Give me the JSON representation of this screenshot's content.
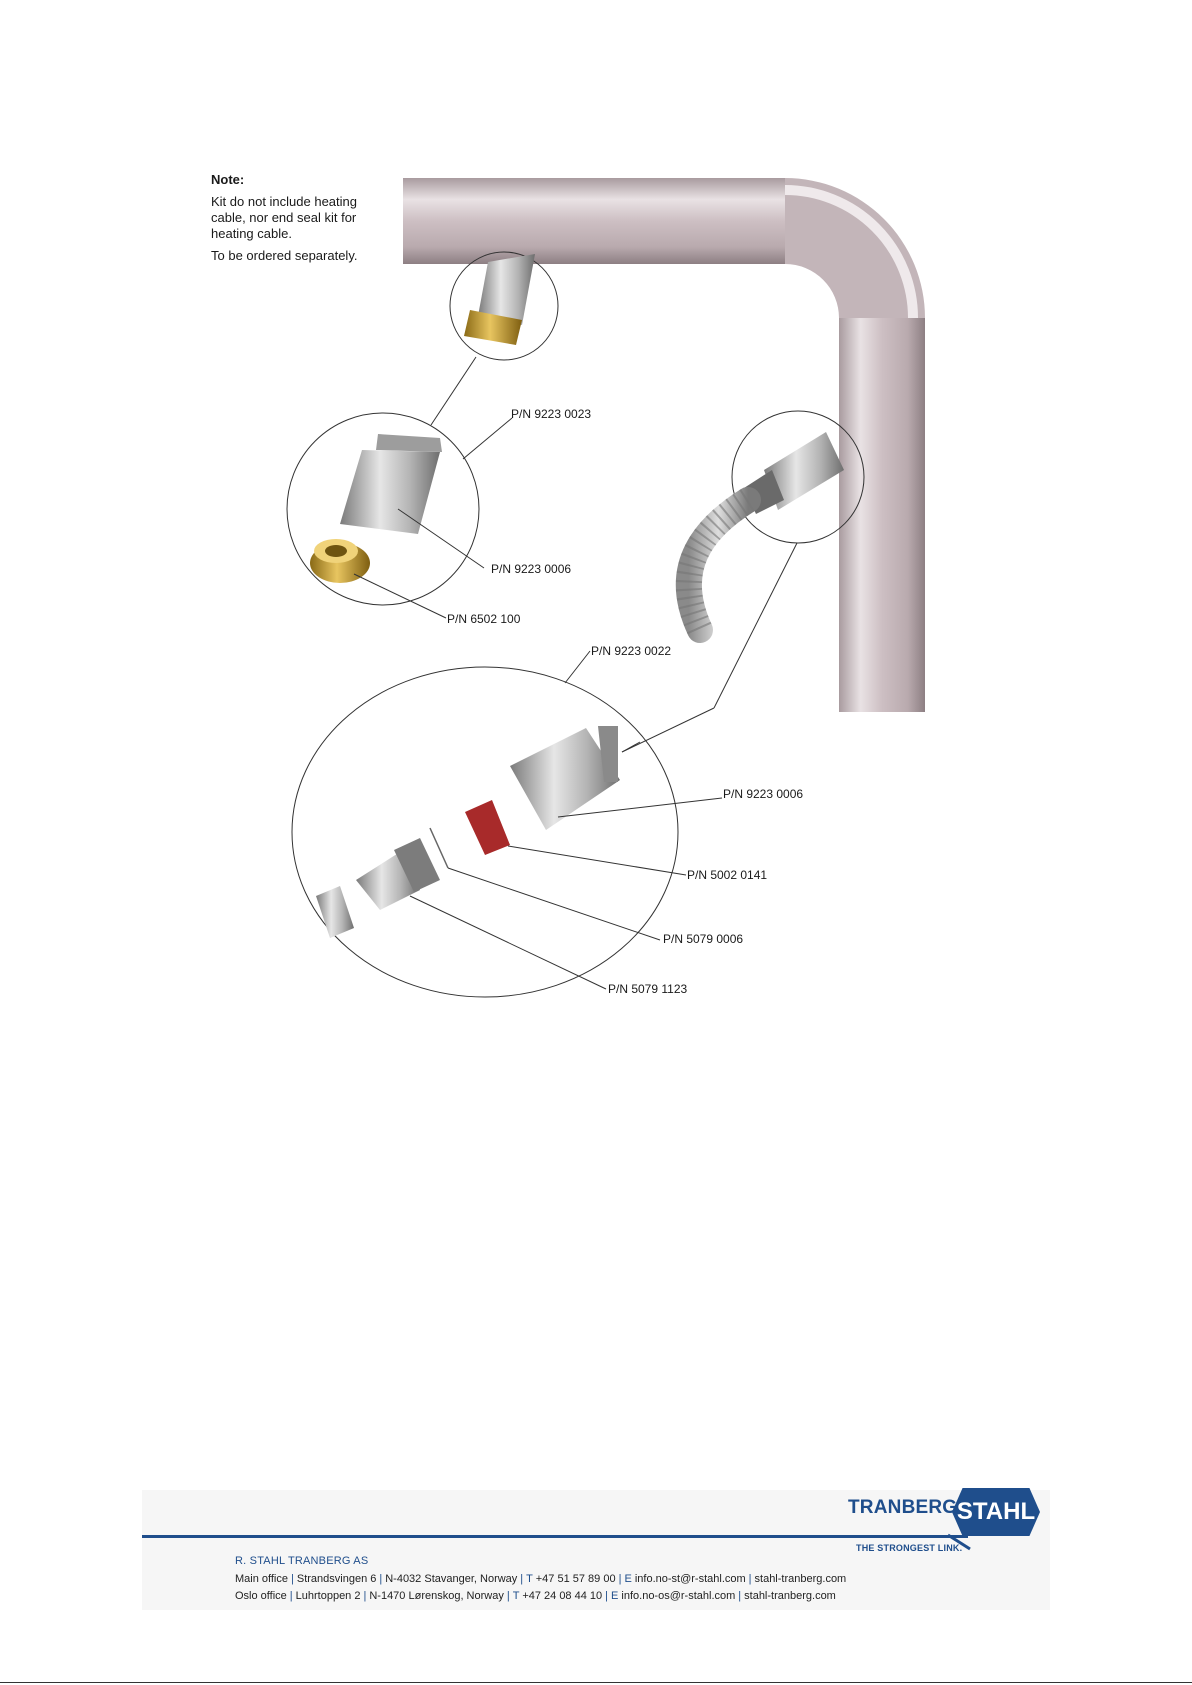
{
  "note": {
    "title": "Note:",
    "line1": "Kit do not include heating cable, nor end seal kit for heating cable.",
    "line2": "To be ordered separately."
  },
  "part_numbers": {
    "top_group": "P/N 9223 0023",
    "top_pipe": "P/N 9223 0006",
    "top_ring": "P/N 6502 100",
    "bottom_group": "P/N 9223 0022",
    "bottom_pipe": "P/N 9223 0006",
    "red_seal": "P/N 5002 0141",
    "wire": "P/N 5079 0006",
    "fitting": "P/N 5079 1123"
  },
  "footer": {
    "company": "R. STAHL TRANBERG AS",
    "main_label": "Main office",
    "main_address": "Strandsvingen 6",
    "main_city": "N-4032 Stavanger, Norway",
    "main_phone_key": "T",
    "main_phone": "+47 51 57 89 00",
    "main_email_key": "E",
    "main_email": "info.no-st@r-stahl.com",
    "main_web": "stahl-tranberg.com",
    "oslo_label": "Oslo office",
    "oslo_address": "Luhrtoppen 2",
    "oslo_city": "N-1470 Lørenskog, Norway",
    "oslo_phone_key": "T",
    "oslo_phone": "+47 24 08 44 10",
    "oslo_email_key": "E",
    "oslo_email": "info.no-os@r-stahl.com",
    "oslo_web": "stahl-tranberg.com"
  },
  "brand": {
    "name": "TRANBERG",
    "badge": "STAHL",
    "tagline": "THE STRONGEST LINK."
  },
  "colors": {
    "brand_blue": "#1f4e8c",
    "seal_red": "#a82a2a",
    "brass": "#c9a23a"
  }
}
